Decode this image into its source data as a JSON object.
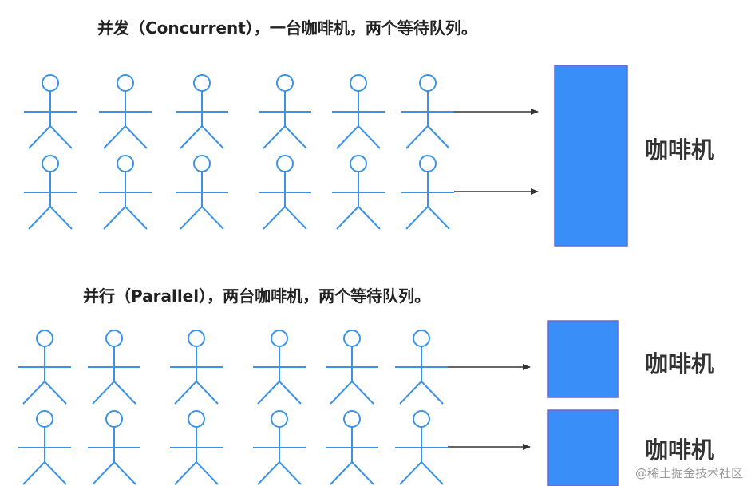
{
  "concurrent": {
    "title": "并发（Concurrent），一台咖啡机，两个等待队列。",
    "machine_label": "咖啡机",
    "machine_count": 1,
    "queue_count": 2,
    "people_per_queue": 6
  },
  "parallel": {
    "title": "并行（Parallel），两台咖啡机，两个等待队列。",
    "machine_labels": [
      "咖啡机",
      "咖啡机"
    ],
    "machine_count": 2,
    "queue_count": 2,
    "people_per_queue": 6
  },
  "watermark": "@稀土掘金技术社区",
  "colors": {
    "person": "#3b93e8",
    "machine_fill": "#3a8ef8",
    "machine_border": "#6a6ac8",
    "arrow": "#333333"
  }
}
